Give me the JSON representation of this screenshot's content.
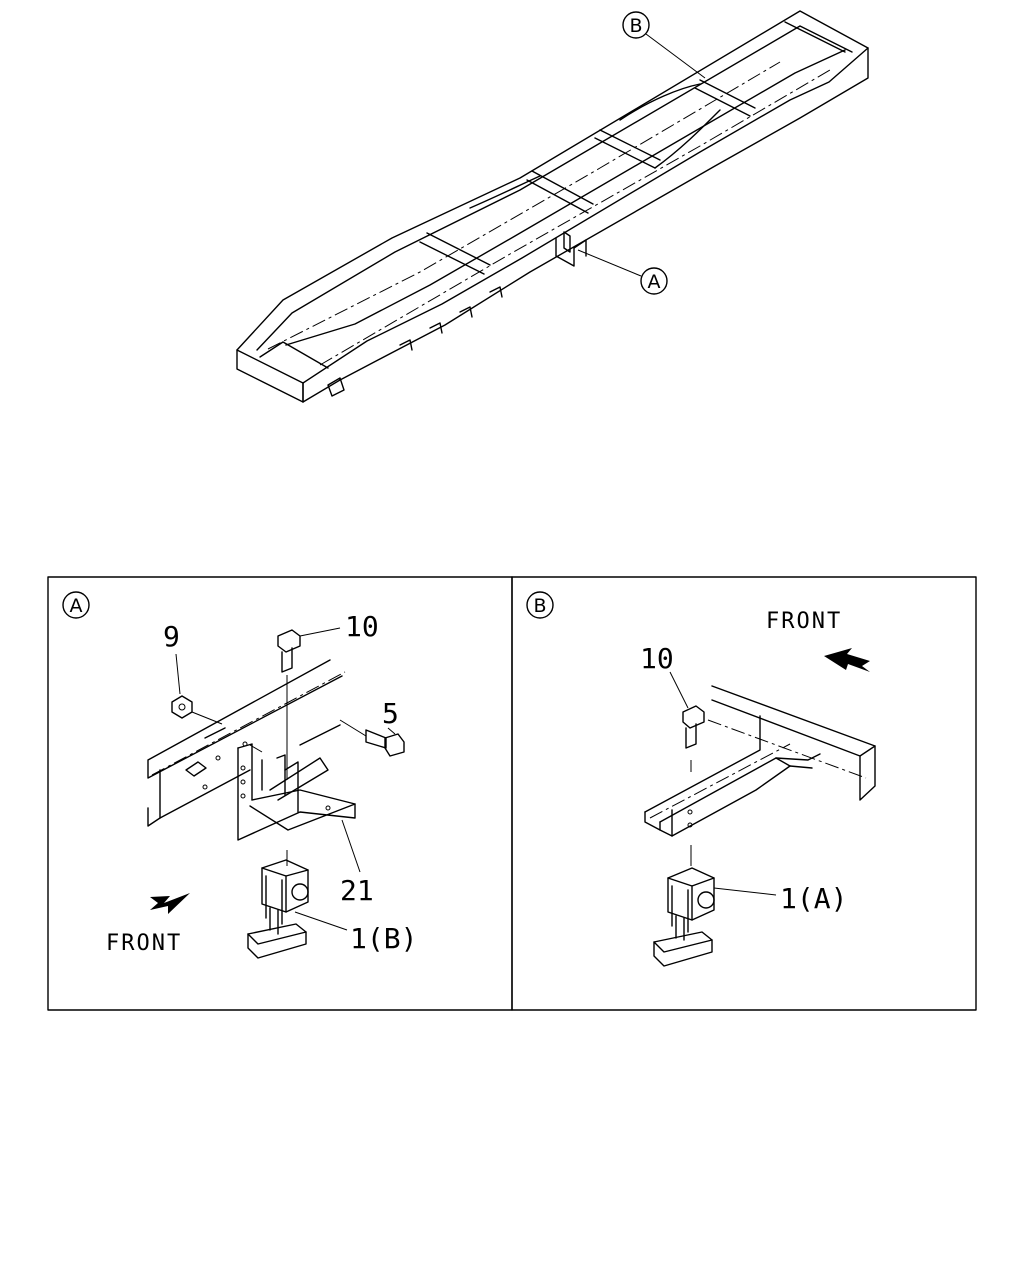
{
  "overview": {
    "callout_a": "A",
    "callout_b": "B"
  },
  "panel_a": {
    "tag": "A",
    "front": "FRONT",
    "parts": {
      "p9": "9",
      "p10": "10",
      "p5": "5",
      "p21": "21",
      "p1b": "1(B)"
    }
  },
  "panel_b": {
    "tag": "B",
    "front": "FRONT",
    "parts": {
      "p10": "10",
      "p1a": "1(A)"
    }
  }
}
